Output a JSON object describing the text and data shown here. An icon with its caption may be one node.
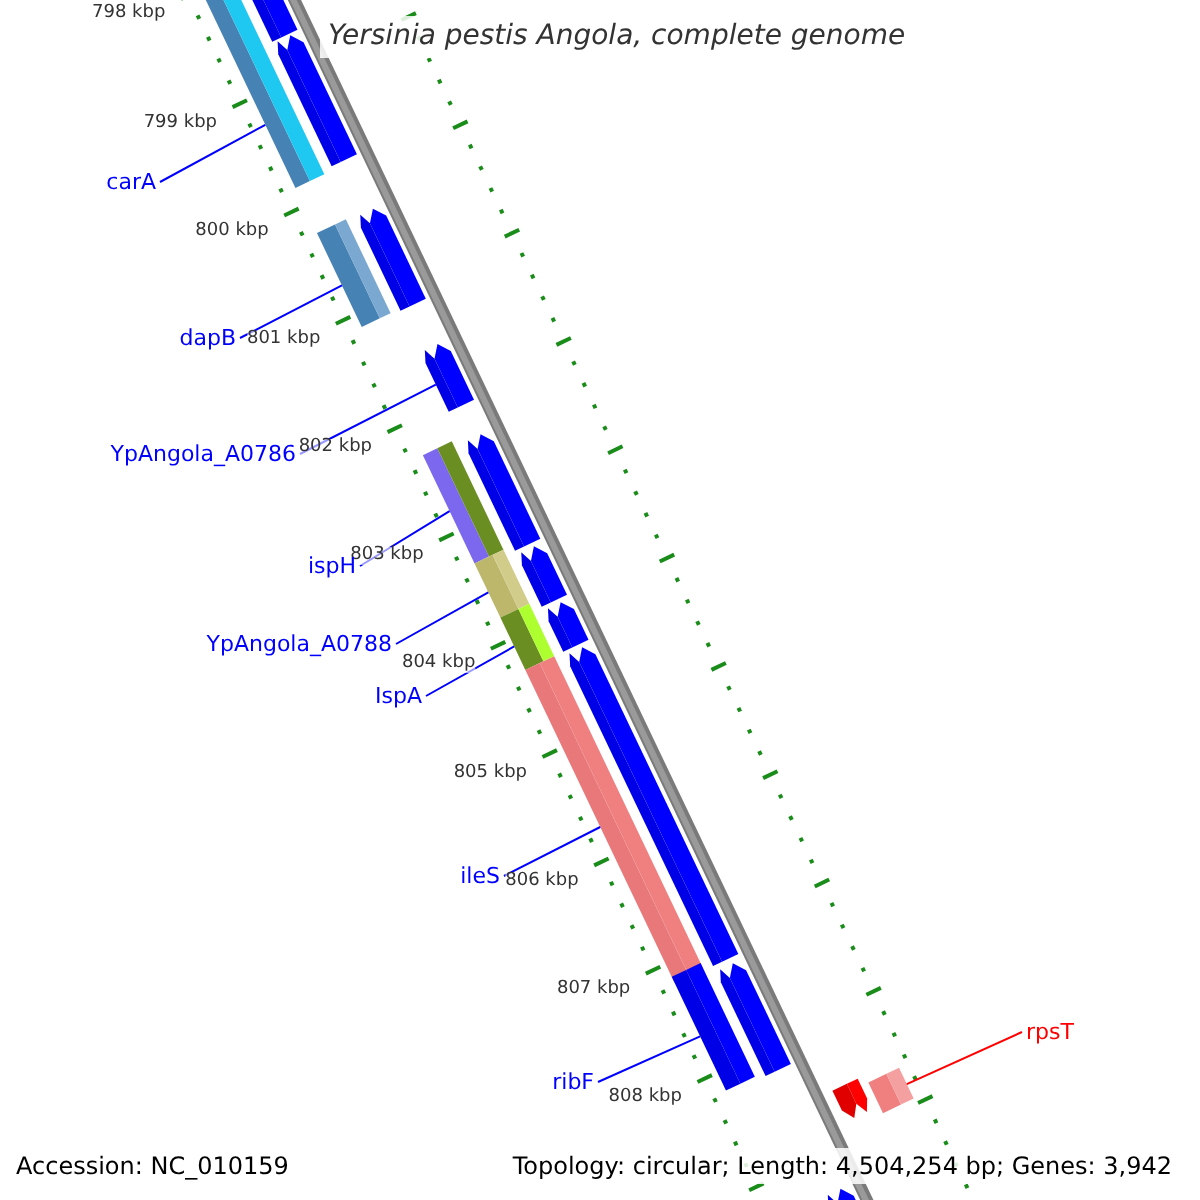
{
  "diagram": {
    "title": "Yersinia pestis Angola, complete genome",
    "nodes": [
      {
        "text": [
          "carA"
        ]
      },
      {
        "text": [],
        "shape": "bar"
      },
      {
        "text": [
          "dapB"
        ]
      },
      {
        "text": [],
        "shape": "bar"
      },
      {
        "text": [
          "YpAngola_A0786"
        ]
      },
      {
        "text": [],
        "shape": "pentagon"
      },
      {
        "text": [
          "ispH"
        ]
      },
      {
        "text": [],
        "shape": "bar"
      },
      {
        "text": [
          "YpAngola_A0788"
        ]
      },
      {
        "text": [],
        "shape": "bar"
      },
      {
        "text": [
          "IspA"
        ]
      },
      {
        "text": [],
        "shape": "bar"
      },
      {
        "text": [
          "ileS"
        ]
      },
      {
        "text": [],
        "shape": "bar"
      },
      {
        "text": [
          "rpsT"
        ]
      },
      {
        "text": [],
        "shape": "bar"
      },
      {
        "text": [
          "ribF"
        ]
      },
      {
        "text": [],
        "shape": "bar"
      },
      {
        "text": [],
        "shape": "pentagon"
      },
      {
        "text": [],
        "shape": "pentagon"
      },
      {
        "text": [],
        "shape": "pentagon"
      },
      {
        "text": [],
        "shape": "pentagon"
      },
      {
        "text": [],
        "shape": "pentagon"
      },
      {
        "text": [],
        "shape": "pentagon"
      },
      {
        "text": [],
        "shape": "pentagon"
      },
      {
        "text": [],
        "shape": "pentagon"
      },
      {
        "text": [],
        "shape": "pentagon"
      },
      {
        "text": [],
        "shape": "pentagon"
      }
    ],
    "edges": [
      {
        "from": 0,
        "to": 1,
        "arrow": "none"
      },
      {
        "from": 2,
        "to": 3,
        "arrow": "none"
      },
      {
        "from": 4,
        "to": 5,
        "arrow": "none"
      },
      {
        "from": 6,
        "to": 7,
        "arrow": "none"
      },
      {
        "from": 8,
        "to": 9,
        "arrow": "none"
      },
      {
        "from": 10,
        "to": 11,
        "arrow": "none"
      },
      {
        "from": 12,
        "to": 13,
        "arrow": "none"
      },
      {
        "from": 14,
        "to": 15,
        "arrow": "none",
        "color": "#ff0000"
      },
      {
        "from": 16,
        "to": 17,
        "arrow": "none"
      }
    ],
    "labels": [
      "798 kbp",
      "799 kbp",
      "800 kbp",
      "801 kbp",
      "802 kbp",
      "803 kbp",
      "804 kbp",
      "805 kbp",
      "806 kbp",
      "807 kbp",
      "808 kbp",
      "Accession: NC_010159",
      "Topology: circular; Length: 4,504,254 bp; Genes: 3,942"
    ]
  }
}
